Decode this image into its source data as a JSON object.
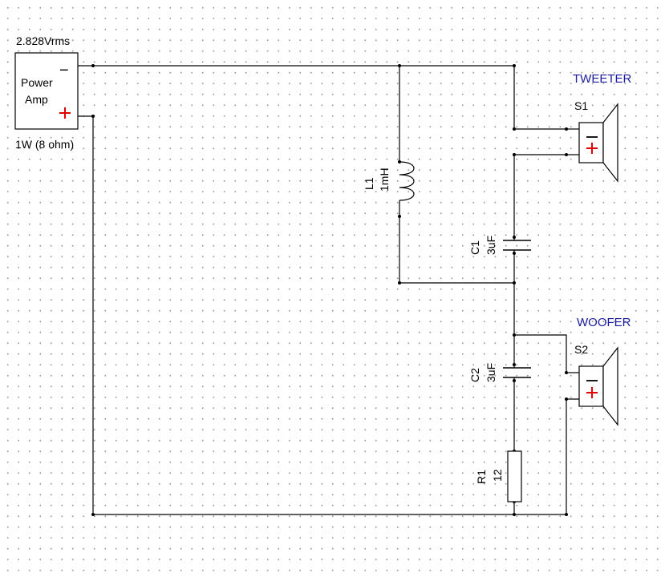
{
  "source": {
    "rating": "2.828Vrms",
    "name_line1": "Power",
    "name_line2": "Amp",
    "minus": "−",
    "plus": "+",
    "power": "1W (8 ohm)"
  },
  "inductor": {
    "ref": "L1",
    "value": "1mH"
  },
  "capacitors": [
    {
      "ref": "C1",
      "value": "3uF"
    },
    {
      "ref": "C2",
      "value": "3uF"
    }
  ],
  "resistor": {
    "ref": "R1",
    "value": "12"
  },
  "speakers": [
    {
      "role": "TWEETER",
      "ref": "S1",
      "minus": "−",
      "plus": "+"
    },
    {
      "role": "WOOFER",
      "ref": "S2",
      "minus": "−",
      "plus": "+"
    }
  ],
  "colors": {
    "wire": "#000000",
    "polarity": "#e00000",
    "speaker_label": "#1a1aa0",
    "grid_dot": "#9a9a9a"
  }
}
